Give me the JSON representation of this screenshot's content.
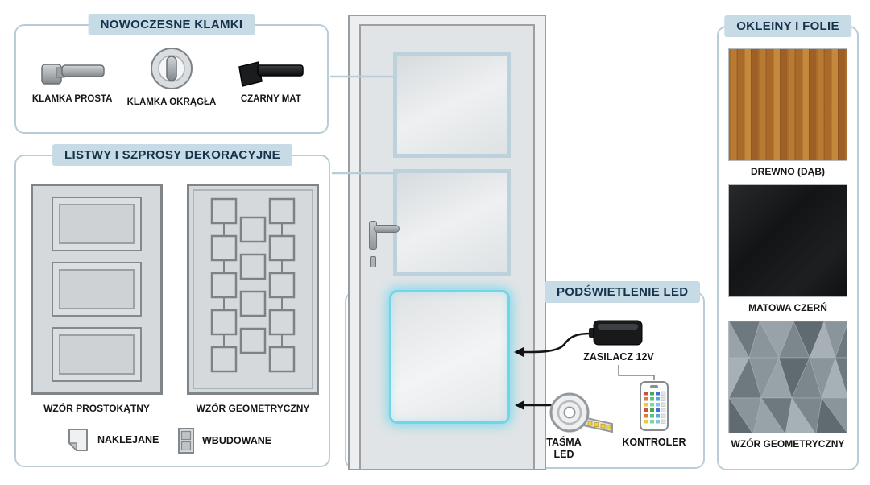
{
  "handles_panel": {
    "title": "NOWOCZESNE KLAMKI",
    "items": [
      {
        "label": "KLAMKA PROSTA",
        "icon": "straight-lever-handle-icon"
      },
      {
        "label": "KLAMKA OKRĄGŁA",
        "icon": "round-knob-handle-icon"
      },
      {
        "label": "CZARNY MAT",
        "icon": "black-matte-handle-icon"
      }
    ]
  },
  "strips_panel": {
    "title": "LISTWY I SZPROSY DEKORACYJNE",
    "doors": [
      {
        "label": "WZÓR PROSTOKĄTNY"
      },
      {
        "label": "WZÓR GEOMETRYCZNY"
      }
    ],
    "legend": [
      {
        "label": "NAKLEJANE",
        "icon": "sticker-icon"
      },
      {
        "label": "WBUDOWANE",
        "icon": "built-in-icon"
      }
    ]
  },
  "led_panel": {
    "title": "PODŚWIETLENIE LED",
    "items": [
      {
        "label": "ZASILACZ 12V",
        "icon": "power-supply-icon"
      },
      {
        "label": "TAŚMA LED",
        "icon": "led-strip-roll-icon"
      },
      {
        "label": "KONTROLER",
        "icon": "remote-controller-icon"
      }
    ]
  },
  "veneers_panel": {
    "title": "OKLEINY I FOLIE",
    "swatches": [
      {
        "label": "DREWNO (DĄB)",
        "type": "wood"
      },
      {
        "label": "MATOWA CZERŃ",
        "type": "matte-black"
      },
      {
        "label": "WZÓR GEOMETRYCZNY",
        "type": "geometric"
      }
    ]
  },
  "colors": {
    "header_bg": "#c7dbe6",
    "header_text": "#17334c",
    "panel_border": "#b9cdd8",
    "led_glow": "#6ed6eb",
    "door_gray": "#d6d9db",
    "outline_gray": "#84898d",
    "wood_brown": "#b2722e"
  }
}
